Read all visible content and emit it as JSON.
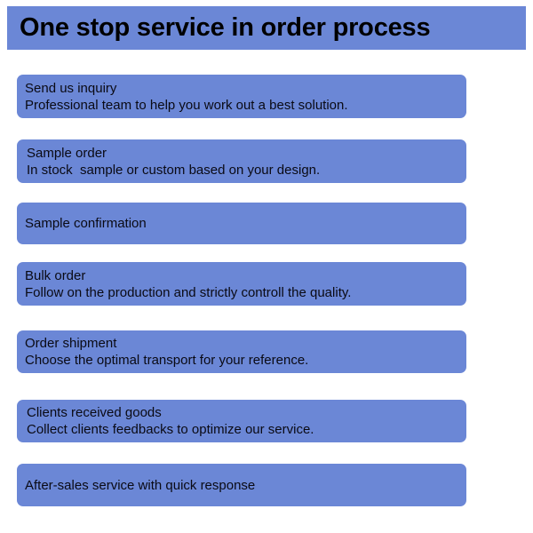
{
  "header": {
    "title": "One stop service in order process",
    "background_color": "#6b87d6",
    "text_color": "#000000"
  },
  "theme": {
    "page_background": "#ffffff",
    "box_fill": "#6b87d6",
    "box_text": "#0a0a14"
  },
  "steps": [
    {
      "index": 1,
      "title": "Send us inquiry",
      "description": "Professional team to help you work out a best solution."
    },
    {
      "index": 2,
      "title": "Sample order",
      "description": "In stock  sample or custom based on your design."
    },
    {
      "index": 3,
      "title": "Sample confirmation",
      "description": ""
    },
    {
      "index": 4,
      "title": "Bulk order",
      "description": "Follow on the production and strictly controll the quality."
    },
    {
      "index": 5,
      "title": "Order shipment",
      "description": "Choose the optimal transport for your reference."
    },
    {
      "index": 6,
      "title": "Clients received goods",
      "description": "Collect clients feedbacks to optimize our service."
    },
    {
      "index": 7,
      "title": "After-sales service with quick response",
      "description": ""
    }
  ]
}
